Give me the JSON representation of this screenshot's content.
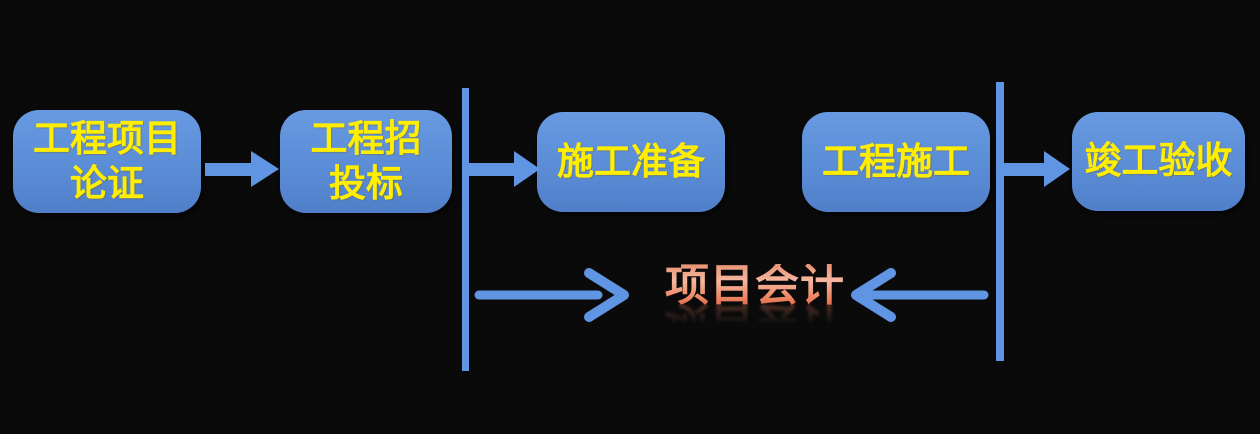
{
  "colors": {
    "background": "#0a0a0b",
    "box_fill": "#5b8dd6",
    "box_fill_highlight": "#689ae2",
    "box_text_yellow": "#ffee00",
    "connector_blue": "#6095e4",
    "accounting_gradient_top": "#e89372",
    "accounting_gradient_light": "#f6b7a0",
    "accounting_gradient_bottom": "#de6240"
  },
  "flow": {
    "boxes": [
      {
        "label": "工程项目\n论证"
      },
      {
        "label": "工程招\n投标"
      },
      {
        "label": "施工准备"
      },
      {
        "label": "工程施工"
      },
      {
        "label": "竣工验收"
      }
    ]
  },
  "accounting": {
    "label": "项目会计"
  }
}
